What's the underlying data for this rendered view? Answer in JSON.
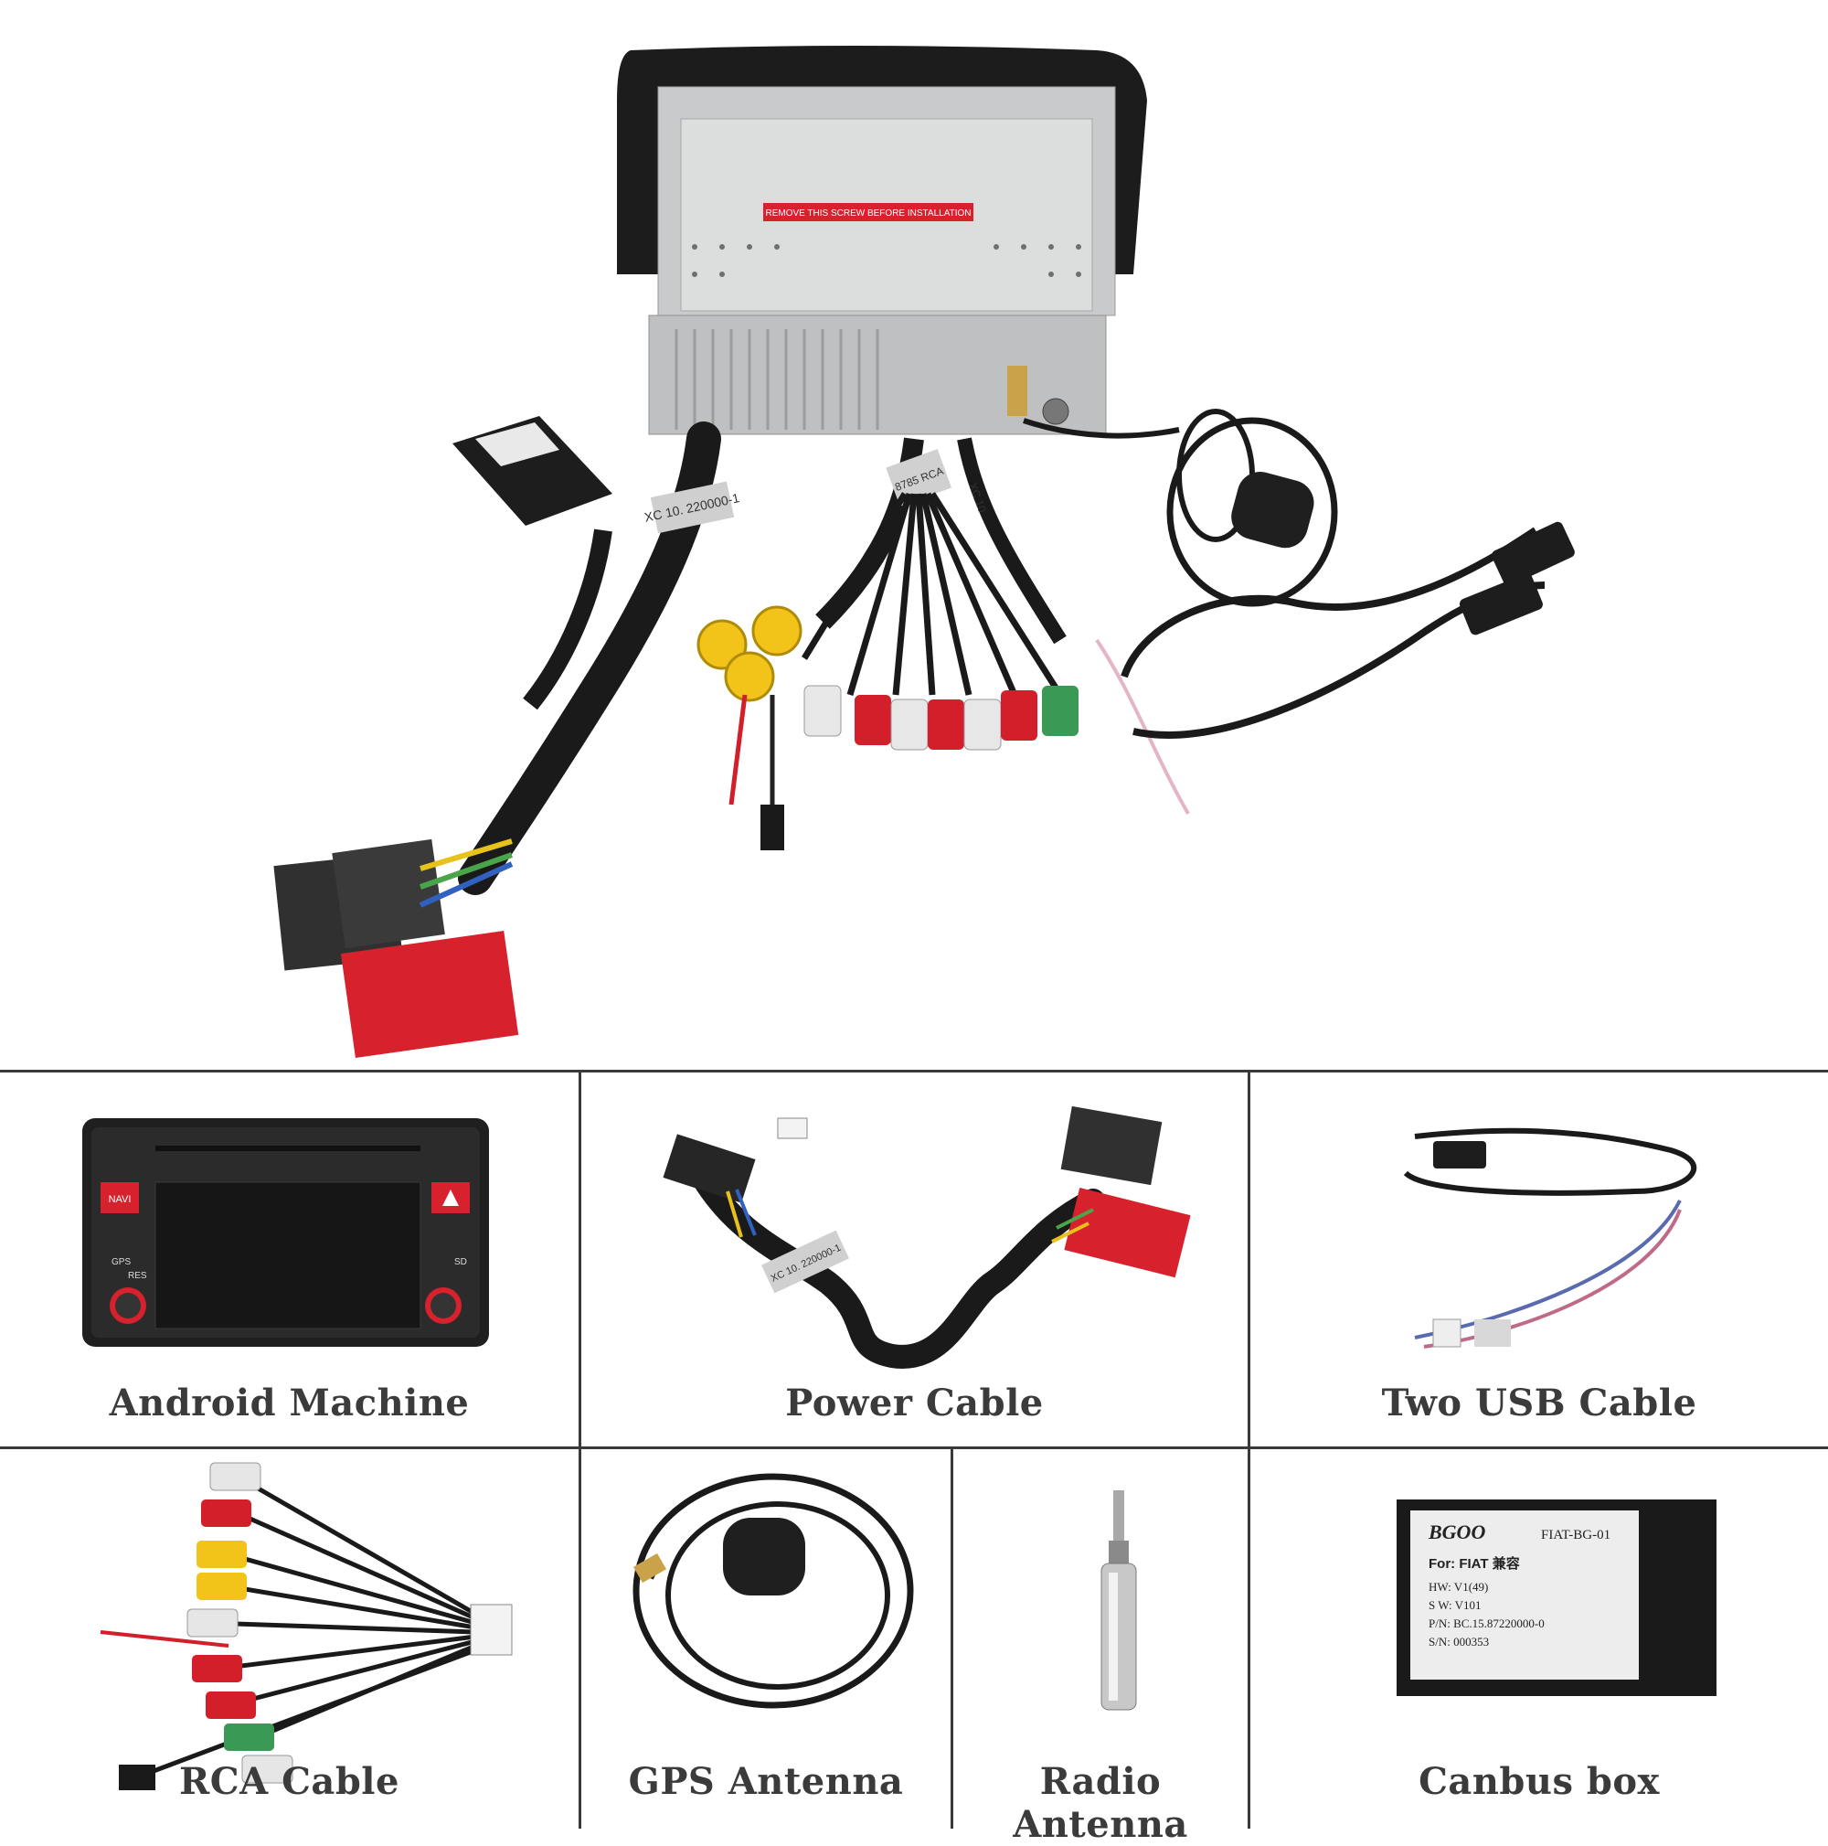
{
  "hero": {
    "warning_label": "REMOVE THIS SCREW BEFORE INSTALLATION",
    "harness_tag": "XC 10. 220000-1",
    "rca_tag": "8785 RCA",
    "ant_tag": "XC 10"
  },
  "items": [
    {
      "caption": "Android Machine",
      "icon": "android-head-unit"
    },
    {
      "caption": "Power Cable",
      "icon": "power-harness"
    },
    {
      "caption": "Two USB Cable",
      "icon": "usb-cable"
    },
    {
      "caption": "RCA Cable",
      "icon": "rca-harness"
    },
    {
      "caption": "GPS Antenna",
      "icon": "gps-antenna"
    },
    {
      "caption": "Radio Antenna",
      "icon": "radio-antenna-adapter"
    },
    {
      "caption": "Canbus box",
      "icon": "canbus-box"
    }
  ],
  "android_unit": {
    "navi_label": "NAVI",
    "gps_label": "GPS",
    "res_label": "RES",
    "sd_label": "SD"
  },
  "power_cable": {
    "tag": "XC 10. 220000-1"
  },
  "canbus": {
    "brand": "BGOO",
    "model": "FIAT-BG-01",
    "for_label": "For: FIAT 兼容",
    "hw": "HW: V1(49)",
    "sw": "S W: V101",
    "pn": "P/N: BC.15.87220000-0",
    "sn": "S/N: 000353"
  },
  "colors": {
    "border": "#3a3a3a",
    "caption": "#3b3b3b",
    "connector_red": "#d7222e",
    "rca_yellow": "#f2c318",
    "rca_red": "#d21f2a",
    "rca_green": "#3a9a55"
  }
}
